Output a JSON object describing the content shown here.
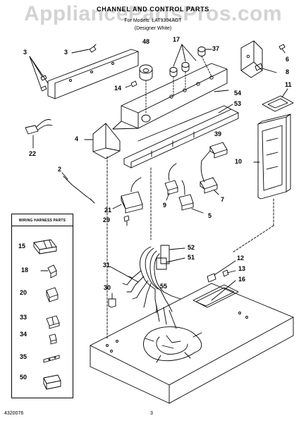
{
  "watermark": "AppliancePartsPros.com",
  "header": {
    "title": "CHANNEL AND CONTROL PARTS",
    "model": "For Models: LAT9304AGT",
    "color": "(Designer White)"
  },
  "callouts": {
    "c48": "48",
    "c17": "17",
    "c37": "37",
    "c3a": "3",
    "c3b": "3",
    "c14": "14",
    "c54": "54",
    "c53": "53",
    "c6": "6",
    "c8": "8",
    "c11": "11",
    "c4": "4",
    "c22": "22",
    "c39": "39",
    "c10": "10",
    "c2": "2",
    "c7": "7",
    "c21": "21",
    "c29": "29",
    "c9": "9",
    "c5": "5",
    "c52": "52",
    "c51": "51",
    "c31": "31",
    "c55": "55",
    "c12": "12",
    "c13": "13",
    "c16": "16",
    "c30": "30"
  },
  "harness": {
    "title": "WIRING HARNESS PARTS",
    "items": [
      "15",
      "18",
      "20",
      "33",
      "34",
      "35",
      "50"
    ]
  },
  "footer": {
    "doc_number": "4320076",
    "page": "3"
  },
  "colors": {
    "line": "#000000",
    "watermark": "#969696"
  }
}
